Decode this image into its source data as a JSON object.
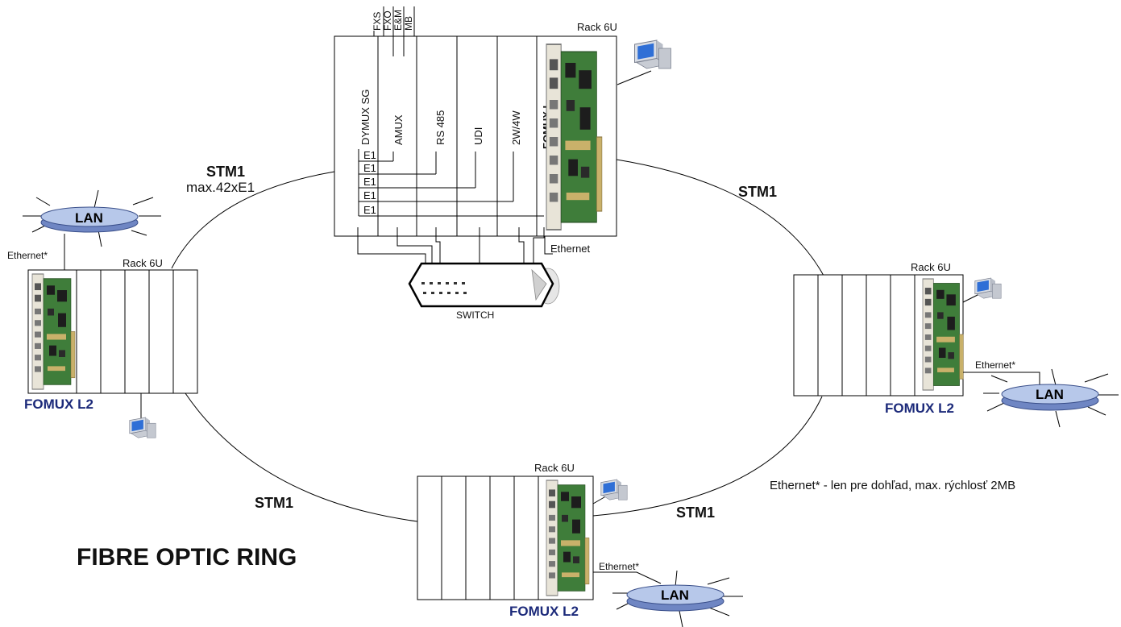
{
  "title": "FIBRE OPTIC RING",
  "note": "Ethernet* - len pre dohľad, max. rýchlosť 2MB",
  "links": {
    "top_left": {
      "label": "STM1",
      "sub": "max.42xE1"
    },
    "top_right": {
      "label": "STM1"
    },
    "bottom_left": {
      "label": "STM1"
    },
    "bottom_right": {
      "label": "STM1"
    }
  },
  "central_rack": {
    "rack_label": "Rack 6U",
    "card_name": "FOMUX L",
    "ethernet_label": "Ethernet",
    "top_interfaces": [
      "FXS",
      "FXO",
      "E&M",
      "MB"
    ],
    "slots": [
      "DYMUX SG",
      "AMUX",
      "RS 485",
      "UDI",
      "2W/4W"
    ],
    "e1_labels": [
      "E1",
      "E1",
      "E1",
      "E1",
      "E1"
    ],
    "switch_label": "SWITCH"
  },
  "left_node": {
    "rack_label": "Rack 6U",
    "name": "FOMUX L2",
    "ethernet_label": "Ethernet*",
    "lan_label": "LAN"
  },
  "right_node": {
    "rack_label": "Rack 6U",
    "name": "FOMUX L2",
    "ethernet_label": "Ethernet*",
    "lan_label": "LAN"
  },
  "bottom_node": {
    "rack_label": "Rack 6U",
    "name": "FOMUX L2",
    "ethernet_label": "Ethernet*",
    "lan_label": "LAN"
  },
  "icons": [
    "computer-icon",
    "network-switch-icon",
    "lan-cloud-icon",
    "circuit-card-icon"
  ],
  "colors": {
    "card_green": "#3f7d3a",
    "card_face": "#e8e4d8",
    "lan_fill": "#b7c8ea",
    "lan_edge": "#3a4f8a",
    "name_blue": "#1c2a7a"
  }
}
